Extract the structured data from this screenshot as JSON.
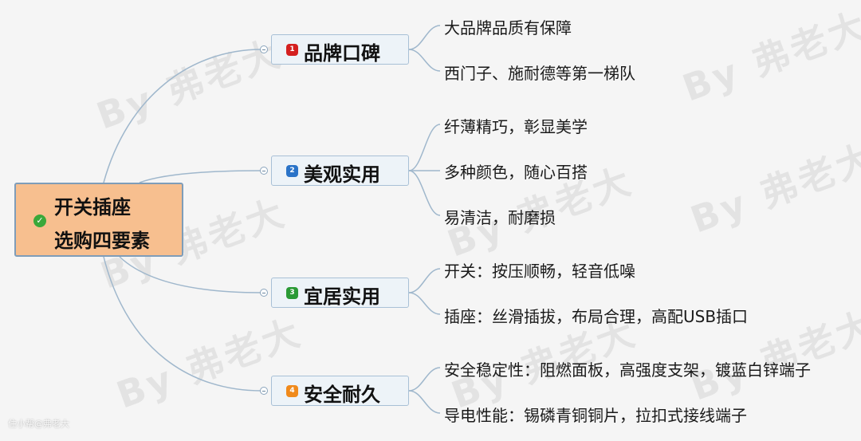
{
  "root": {
    "line1": "开关插座",
    "line2": "选购四要素",
    "icon": "check-icon"
  },
  "branches": [
    {
      "number": "1",
      "label": "品牌口碑",
      "color": "#d42020",
      "leaves": [
        "大品牌品质有保障",
        "西门子、施耐德等第一梯队"
      ]
    },
    {
      "number": "2",
      "label": "美观实用",
      "color": "#2a73c8",
      "leaves": [
        "纤薄精巧，彰显美学",
        "多种颜色，随心百搭",
        "易清洁，耐磨损"
      ]
    },
    {
      "number": "3",
      "label": "宜居实用",
      "color": "#2a9a36",
      "leaves": [
        "开关：按压顺畅，轻音低噪",
        "插座：丝滑插拔，布局合理，高配USB插口"
      ]
    },
    {
      "number": "4",
      "label": "安全耐久",
      "color": "#f08a1c",
      "leaves": [
        "安全稳定性：阻燃面板，高强度支架，镀蓝白锌端子",
        "导电性能：锡磷青铜铜片，拉扣式接线端子"
      ]
    }
  ],
  "watermark": "By 弗老大",
  "footer": "住小帮@弗老大",
  "colors": {
    "link": "#9fb7cc",
    "root_fill": "#f7bf8f",
    "branch_fill": "#edf3f8"
  }
}
